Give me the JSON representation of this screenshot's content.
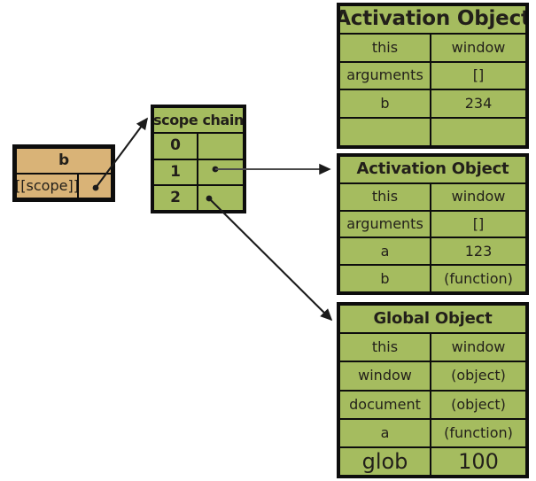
{
  "colors": {
    "object_fill": "#a5bc5f",
    "function_fill": "#d9b377",
    "border": "#0d0d0d",
    "text": "#221f1a",
    "background": "#ffffff"
  },
  "function_box": {
    "title": "b",
    "property_label": "[[scope]]",
    "property_value": ""
  },
  "scope_chain": {
    "title": "scope chain",
    "entries": [
      {
        "index": "0",
        "value": ""
      },
      {
        "index": "1",
        "value": ""
      },
      {
        "index": "2",
        "value": ""
      }
    ]
  },
  "objects": [
    {
      "title": "Activation Object",
      "rows": [
        {
          "key": "this",
          "value": "window"
        },
        {
          "key": "arguments",
          "value": "[]"
        },
        {
          "key": "b",
          "value": "234"
        },
        {
          "key": "",
          "value": ""
        }
      ]
    },
    {
      "title": "Activation Object",
      "rows": [
        {
          "key": "this",
          "value": "window"
        },
        {
          "key": "arguments",
          "value": "[]"
        },
        {
          "key": "a",
          "value": "123"
        },
        {
          "key": "b",
          "value": "(function)"
        }
      ]
    },
    {
      "title": "Global Object",
      "rows": [
        {
          "key": "this",
          "value": "window"
        },
        {
          "key": "window",
          "value": "(object)"
        },
        {
          "key": "document",
          "value": "(object)"
        },
        {
          "key": "a",
          "value": "(function)"
        },
        {
          "key": "glob",
          "value": "100"
        }
      ]
    }
  ],
  "connectors": [
    {
      "name": "scope-to-scope-chain",
      "from": "function [[scope]] slot",
      "to": "scope chain box"
    },
    {
      "name": "slot-1-to-activation-object-2",
      "from": "scope chain index 1",
      "to": "second Activation Object"
    },
    {
      "name": "slot-2-to-global-object",
      "from": "scope chain index 2",
      "to": "Global Object"
    }
  ]
}
